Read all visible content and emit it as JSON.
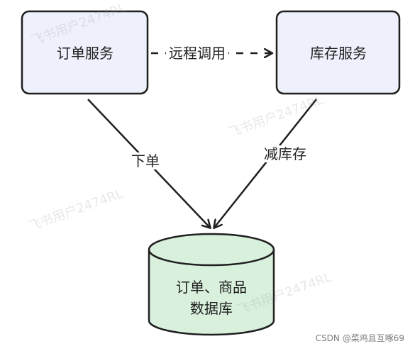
{
  "nodes": {
    "order_service": "订单服务",
    "inventory_service": "库存服务",
    "database_line1": "订单、商品",
    "database_line2": "数据库"
  },
  "edges": {
    "remote_call": "远程调用",
    "place_order": "下单",
    "reduce_stock": "减库存"
  },
  "watermark_text": "飞书用户2474RL",
  "credit": "CSDN @菜鸡且互啄69",
  "colors": {
    "box_fill": "#eef0fb",
    "box_stroke": "#1f1f1f",
    "db_fill": "#d8f0dc",
    "stroke": "#1f1f1f"
  }
}
